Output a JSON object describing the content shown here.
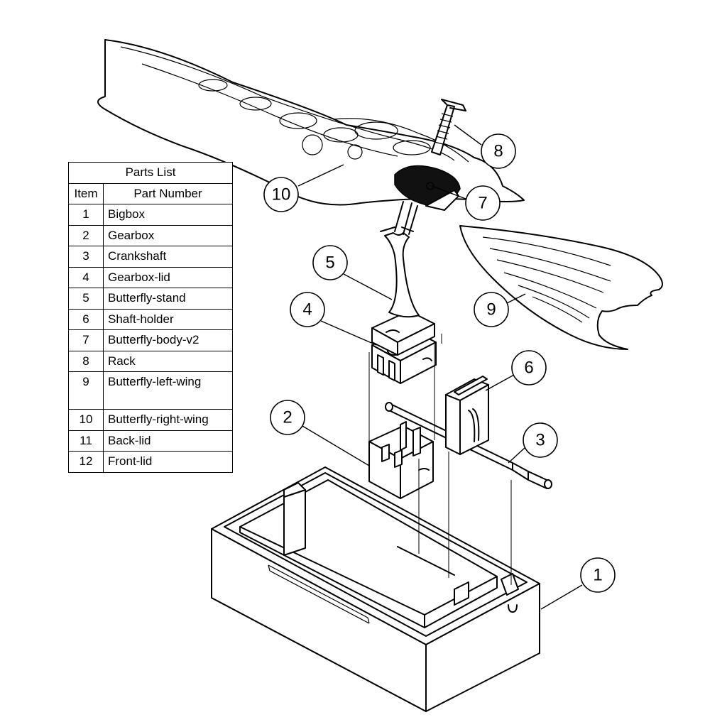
{
  "parts_list": {
    "title": "Parts List",
    "header_item": "Item",
    "header_part": "Part Number",
    "rows": [
      {
        "item": "1",
        "part": "Bigbox"
      },
      {
        "item": "2",
        "part": "Gearbox"
      },
      {
        "item": "3",
        "part": "Crankshaft"
      },
      {
        "item": "4",
        "part": "Gearbox-lid"
      },
      {
        "item": "5",
        "part": "Butterfly-stand"
      },
      {
        "item": "6",
        "part": "Shaft-holder"
      },
      {
        "item": "7",
        "part": "Butterfly-body-v2"
      },
      {
        "item": "8",
        "part": "Rack"
      },
      {
        "item": "9",
        "part": "Butterfly-left-wing"
      },
      {
        "item": "10",
        "part": "Butterfly-right-wing"
      },
      {
        "item": "11",
        "part": "Back-lid"
      },
      {
        "item": "12",
        "part": "Front-lid"
      }
    ]
  },
  "balloons": {
    "b1": "1",
    "b2": "2",
    "b3": "3",
    "b4": "4",
    "b5": "5",
    "b6": "6",
    "b7": "7",
    "b8": "8",
    "b9": "9",
    "b10": "10"
  }
}
